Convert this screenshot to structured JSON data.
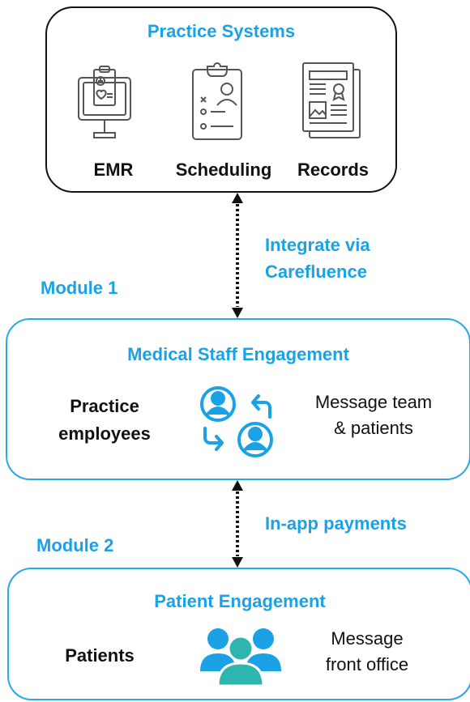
{
  "systems": {
    "title": "Practice Systems",
    "items": [
      {
        "label": "EMR",
        "icon": "emr-monitor-icon"
      },
      {
        "label": "Scheduling",
        "icon": "clipboard-schedule-icon"
      },
      {
        "label": "Records",
        "icon": "records-document-icon"
      }
    ]
  },
  "integration": {
    "line1": "Integrate via",
    "line2": "Carefluence"
  },
  "module1": {
    "label": "Module 1",
    "title": "Medical Staff Engagement",
    "left_line1": "Practice",
    "left_line2": "employees",
    "right_line1": "Message team",
    "right_line2": "& patients",
    "icon": "user-exchange-icon"
  },
  "payments": {
    "label": "In-app payments"
  },
  "module2": {
    "label": "Module 2",
    "title": "Patient Engagement",
    "left": "Patients",
    "right_line1": "Message",
    "right_line2": "front office",
    "icon": "group-users-icon"
  },
  "colors": {
    "accent": "#1ba2e6",
    "text": "#111111",
    "icon_gray": "#555555",
    "teal": "#2fb5b0"
  }
}
